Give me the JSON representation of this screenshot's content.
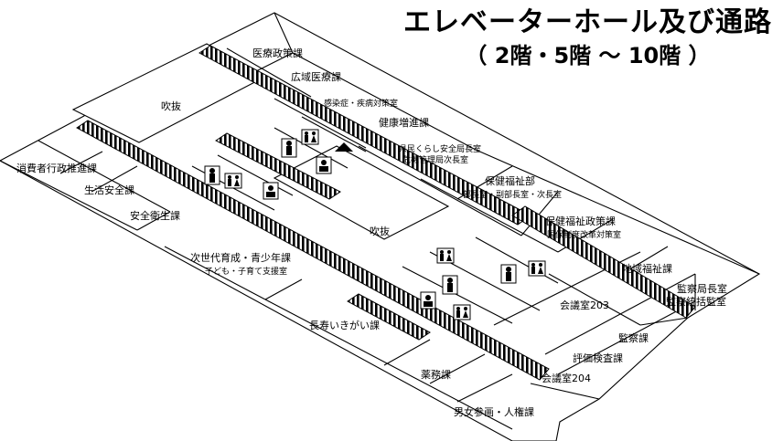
{
  "title": {
    "line1": "エレベーターホール及び通路",
    "line2": "（ 2階・5階 ～ 10階 ）"
  },
  "rooms": {
    "iryo_seisaku": "医療政策課",
    "koiki_iryo": "広域医療課",
    "kansensho": "感染症・疾病対策室",
    "kenko_zoshin": "健康増進課",
    "fukinuke_top": "吹抜",
    "fukinuke_center": "吹抜",
    "kenmin_kurashi_1": "県民くらし安全局長室",
    "kenmin_kurashi_2": "危機管理局次長室",
    "hoken_fukushi_bu_1": "保健福祉部",
    "hoken_fukushi_bu_2": "部長室・副部長室・次長室",
    "hoken_fukushi_seisaku_1": "保健福祉政策課",
    "hoken_fukushi_seisaku_2": "国保制度改革対策室",
    "chiiki_fukushi": "地域福祉課",
    "kansa_kyokucho_1": "監察局長室",
    "kansa_kyokucho_2": "監察統括監室",
    "shohisha": "消費者行政推進課",
    "seikatsu_anzen": "生活安全課",
    "anzen_eisei": "安全衛生課",
    "jisedai_1": "次世代育成・青少年課",
    "jisedai_2": "子ども・子育て支援室",
    "kaigi_203": "会議室203",
    "kansa": "監察課",
    "hyoka_kensa": "評価検査課",
    "kaigi_204": "会議室204",
    "chouju": "長寿いきがい課",
    "yakumu": "薬務課",
    "danjo": "男女参画・人権課"
  },
  "colors": {
    "line": "#000000",
    "fill": "#ffffff"
  },
  "icons": [
    "person-icon",
    "restroom-icon",
    "accessible-restroom-icon",
    "elevator-icon",
    "stairs-icon"
  ]
}
